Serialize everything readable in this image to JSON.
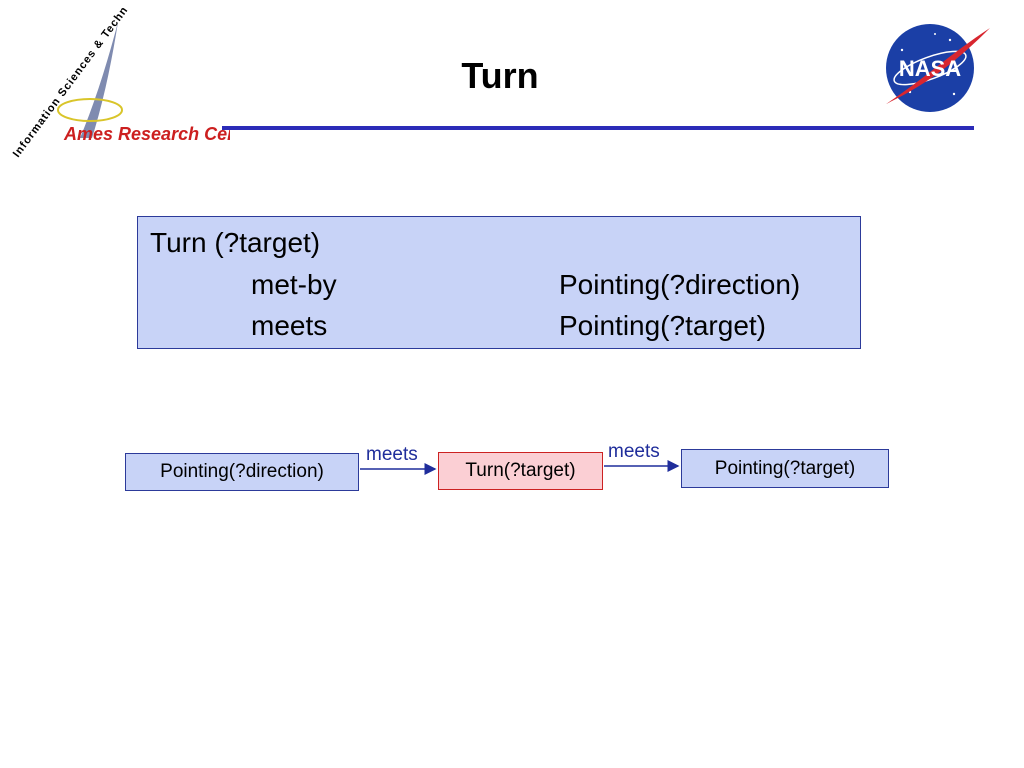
{
  "slide": {
    "title": "Turn",
    "logo_arc_text": "Information Sciences & Technology",
    "logo_center_text": "Ames Research Center",
    "nasa_text": "NASA"
  },
  "colors": {
    "rule": "#2b2bb8",
    "box_blue_fill": "#c8d3f7",
    "box_blue_border": "#2c3a9a",
    "box_red_fill": "#fbcfd4",
    "box_red_border": "#cc2222",
    "arrow": "#1f2d9b",
    "ames_red": "#cc1f1f"
  },
  "definition": {
    "head": "Turn (?target)",
    "rows": [
      {
        "relation": "met-by",
        "value": "Pointing(?direction)"
      },
      {
        "relation": "meets",
        "value": "Pointing(?target)"
      }
    ]
  },
  "diagram": {
    "nodes": [
      {
        "label": "Pointing(?direction)"
      },
      {
        "label": "Turn(?target)"
      },
      {
        "label": "Pointing(?target)"
      }
    ],
    "edges": [
      {
        "label": "meets"
      },
      {
        "label": "meets"
      }
    ]
  }
}
